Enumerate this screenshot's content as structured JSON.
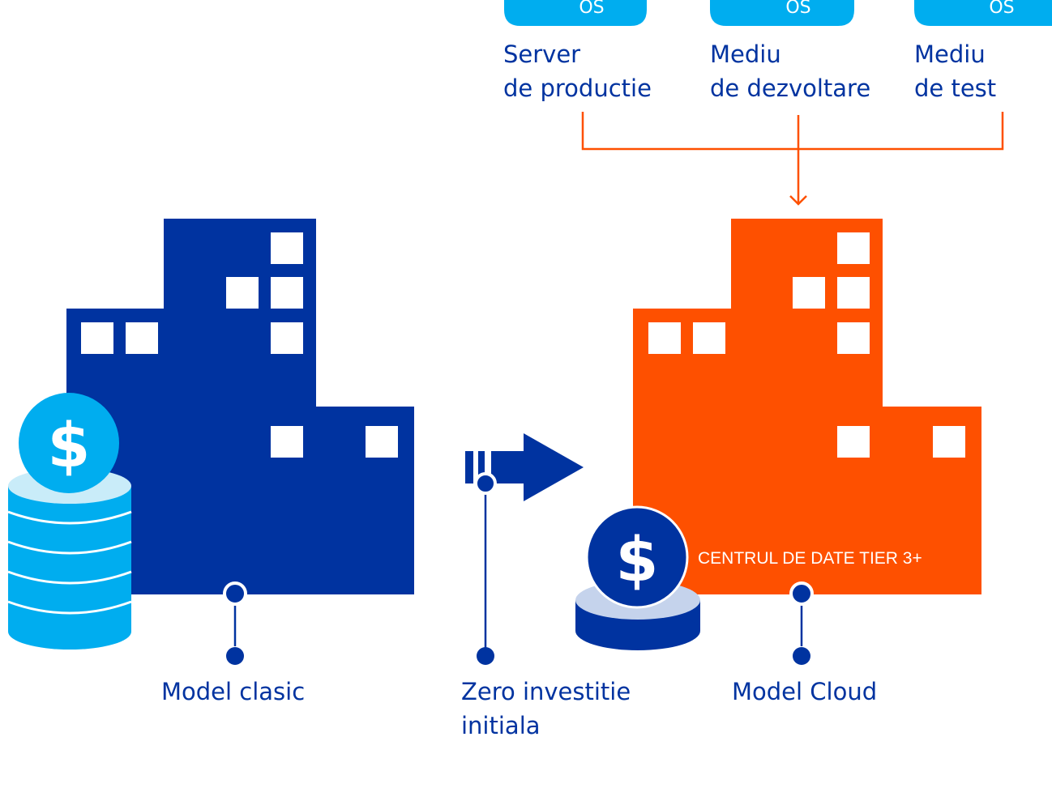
{
  "colors": {
    "navy": "#0033a0",
    "orange": "#fe5000",
    "cyan": "#00adef",
    "light_cyan": "#c9ecf9",
    "pale_blue": "#c5d3ec",
    "white": "#ffffff"
  },
  "os_tabs": [
    "OS",
    "OS",
    "OS"
  ],
  "environments": [
    {
      "line1": "Server",
      "line2": "de productie"
    },
    {
      "line1": "Mediu",
      "line2": "de dezvoltare"
    },
    {
      "line1": "Mediu",
      "line2": "de test"
    }
  ],
  "labels": {
    "classic": "Model clasic",
    "zero_line1": "Zero investitie",
    "zero_line2": "initiala",
    "cloud": "Model Cloud",
    "datacenter": "CENTRUL DE DATE TIER 3+"
  },
  "icons": {
    "coin": "dollar-coin-icon",
    "stack": "coin-stack-icon",
    "arrow": "arrow-right-icon",
    "building": "building-icon"
  },
  "coin_symbol": "$"
}
